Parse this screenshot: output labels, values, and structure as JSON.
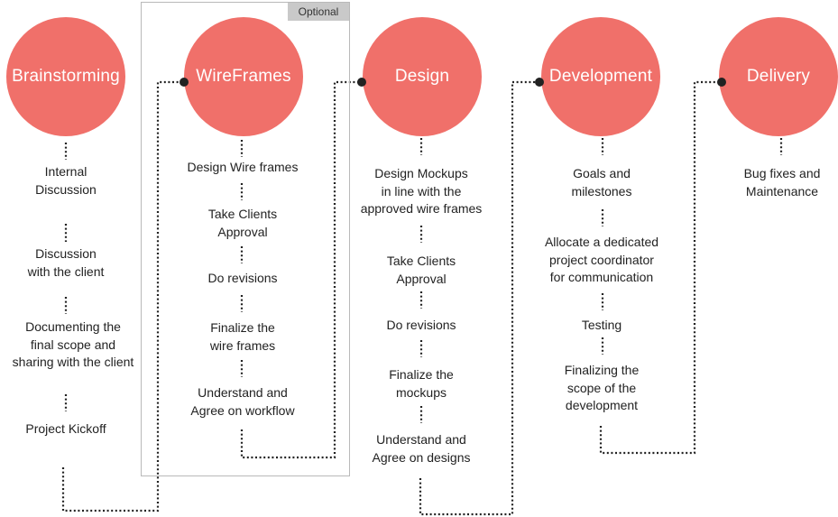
{
  "colors": {
    "circle": "#f0706a",
    "connector": "#222222",
    "optional_border": "#b9b9b9",
    "optional_tag_bg": "#c9c9c9"
  },
  "optional_label": "Optional",
  "phases": [
    {
      "title": "Brainstorming",
      "steps": [
        [
          "Internal",
          "Discussion"
        ],
        [
          "Discussion",
          "with the client"
        ],
        [
          "Documenting the",
          "final scope and",
          "sharing with the client"
        ],
        [
          "Project Kickoff"
        ]
      ]
    },
    {
      "title": "WireFrames",
      "steps": [
        [
          "Design Wire frames"
        ],
        [
          "Take Clients",
          "Approval"
        ],
        [
          "Do revisions"
        ],
        [
          "Finalize the",
          "wire frames"
        ],
        [
          "Understand and",
          "Agree on workflow"
        ]
      ]
    },
    {
      "title": "Design",
      "steps": [
        [
          "Design Mockups",
          "in line with the",
          "approved wire frames"
        ],
        [
          "Take Clients",
          "Approval"
        ],
        [
          "Do revisions"
        ],
        [
          "Finalize the",
          "mockups"
        ],
        [
          "Understand and",
          "Agree on designs"
        ]
      ]
    },
    {
      "title": "Development",
      "steps": [
        [
          "Goals and",
          "milestones"
        ],
        [
          "Allocate a dedicated",
          "project coordinator",
          "for communication"
        ],
        [
          "Testing"
        ],
        [
          "Finalizing the",
          "scope of the",
          "development"
        ]
      ]
    },
    {
      "title": "Delivery",
      "steps": [
        [
          "Bug fixes and",
          "Maintenance"
        ]
      ]
    }
  ]
}
